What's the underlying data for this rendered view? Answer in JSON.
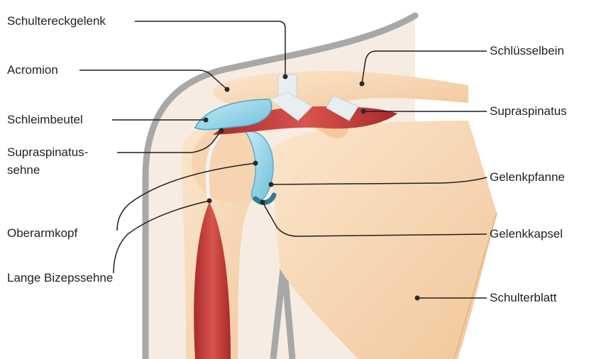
{
  "labels": {
    "schultereckgelenk": "Schultereckgelenk",
    "acromion": "Acromion",
    "schleimbeutel": "Schleimbeutel",
    "supraspinatussehne_1": "Supraspinatus-",
    "supraspinatussehne_2": "sehne",
    "oberarmkopf": "Oberarmkopf",
    "lange_bizepssehne": "Lange Bizepssehne",
    "schluesselbein": "Schlüsselbein",
    "supraspinatus": "Supraspinatus",
    "gelenkpfanne": "Gelenkpfanne",
    "gelenkkapsel": "Gelenkkapsel",
    "schulterblatt": "Schulterblatt"
  },
  "colors": {
    "skin": "#f3e3d3",
    "bone": "#f4cfa6",
    "bone_light": "#fae4c8",
    "bursa": "#8fd0e6",
    "muscle": "#c83a3a",
    "ligament": "#e8eef0",
    "outline": "#9a9a9a",
    "leader": "#1f1f1f"
  }
}
